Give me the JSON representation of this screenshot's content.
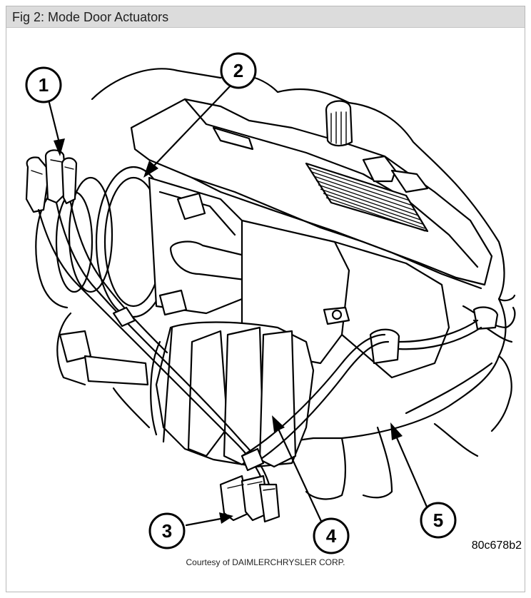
{
  "figure": {
    "title": "Fig 2: Mode Door Actuators",
    "reference_code": "80c678b2",
    "credit": "Courtesy of DAIMLERCHRYSLER CORP."
  },
  "callouts": [
    {
      "id": "1",
      "label": "1"
    },
    {
      "id": "2",
      "label": "2"
    },
    {
      "id": "3",
      "label": "3"
    },
    {
      "id": "4",
      "label": "4"
    },
    {
      "id": "5",
      "label": "5"
    }
  ]
}
